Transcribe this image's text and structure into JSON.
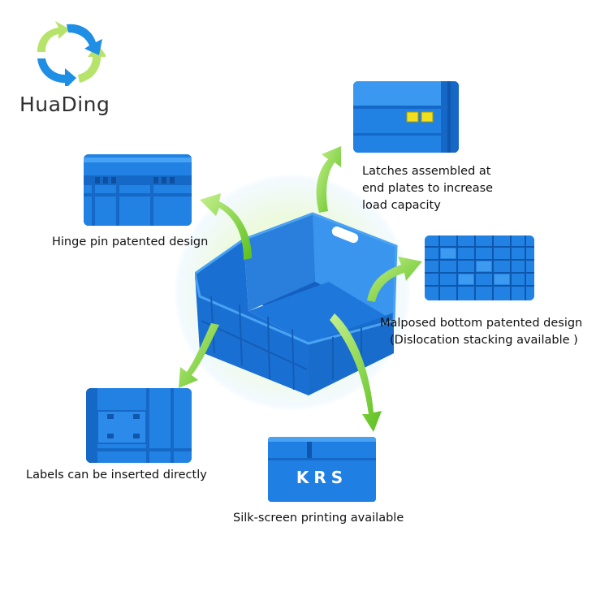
{
  "brand": {
    "name": "HuaDing",
    "logo_icon": "recycle-arrows-icon",
    "colors": {
      "blue": "#1f8fe6",
      "green": "#b6e36a",
      "text": "#2f2f2f"
    }
  },
  "product": {
    "icon": "folding-crate",
    "color": "#1a73d6",
    "print_text": "KRS"
  },
  "callouts": {
    "latches": {
      "lines": [
        "Latches assembled at",
        "end plates to increase",
        "load capacity"
      ]
    },
    "hinge": {
      "text": "Hinge pin patented design"
    },
    "bottom": {
      "lines": [
        "Malposed bottom patented design",
        "(Dislocation stacking available )"
      ]
    },
    "labels": {
      "text": "Labels can be  inserted directly"
    },
    "silk": {
      "text": "Silk-screen printing available"
    }
  },
  "arrow_color": "#7ed321"
}
